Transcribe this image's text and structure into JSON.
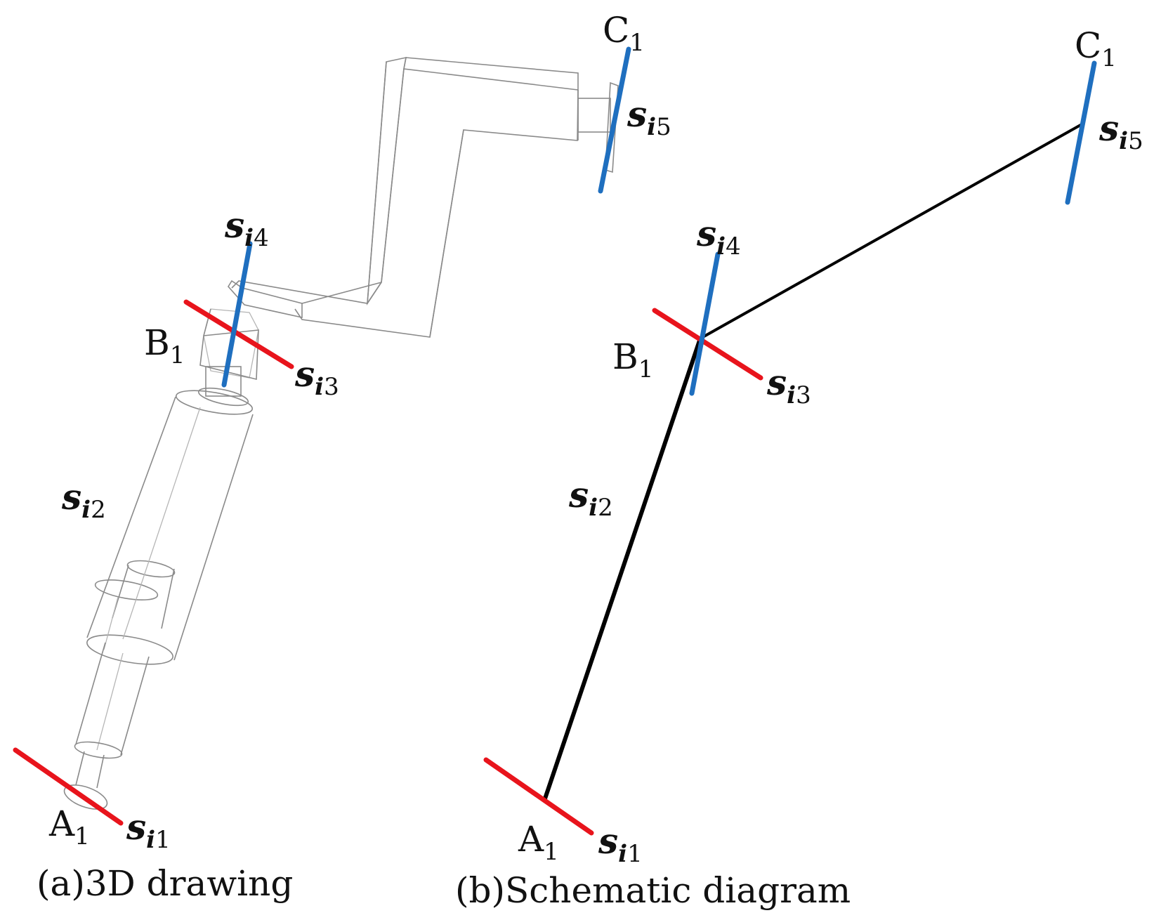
{
  "colors": {
    "revolute_axis": "#e8141c",
    "other_axis": "#1f6fbf",
    "link": "#000000",
    "wireframe": "#8a8a8a"
  },
  "panel_a": {
    "caption": "(a)3D drawing",
    "points": {
      "A": "A",
      "A_sub": "1",
      "B": "B",
      "B_sub": "1",
      "C": "C",
      "C_sub": "1"
    },
    "axes": {
      "s1": {
        "s": "s",
        "i": "i",
        "n": "1"
      },
      "s2": {
        "s": "s",
        "i": "i",
        "n": "2"
      },
      "s3": {
        "s": "s",
        "i": "i",
        "n": "3"
      },
      "s4": {
        "s": "s",
        "i": "i",
        "n": "4"
      },
      "s5": {
        "s": "s",
        "i": "i",
        "n": "5"
      }
    }
  },
  "panel_b": {
    "caption": "(b)Schematic diagram",
    "points": {
      "A": "A",
      "A_sub": "1",
      "B": "B",
      "B_sub": "1",
      "C": "C",
      "C_sub": "1"
    },
    "axes": {
      "s1": {
        "s": "s",
        "i": "i",
        "n": "1"
      },
      "s2": {
        "s": "s",
        "i": "i",
        "n": "2"
      },
      "s3": {
        "s": "s",
        "i": "i",
        "n": "3"
      },
      "s4": {
        "s": "s",
        "i": "i",
        "n": "4"
      },
      "s5": {
        "s": "s",
        "i": "i",
        "n": "5"
      }
    }
  }
}
